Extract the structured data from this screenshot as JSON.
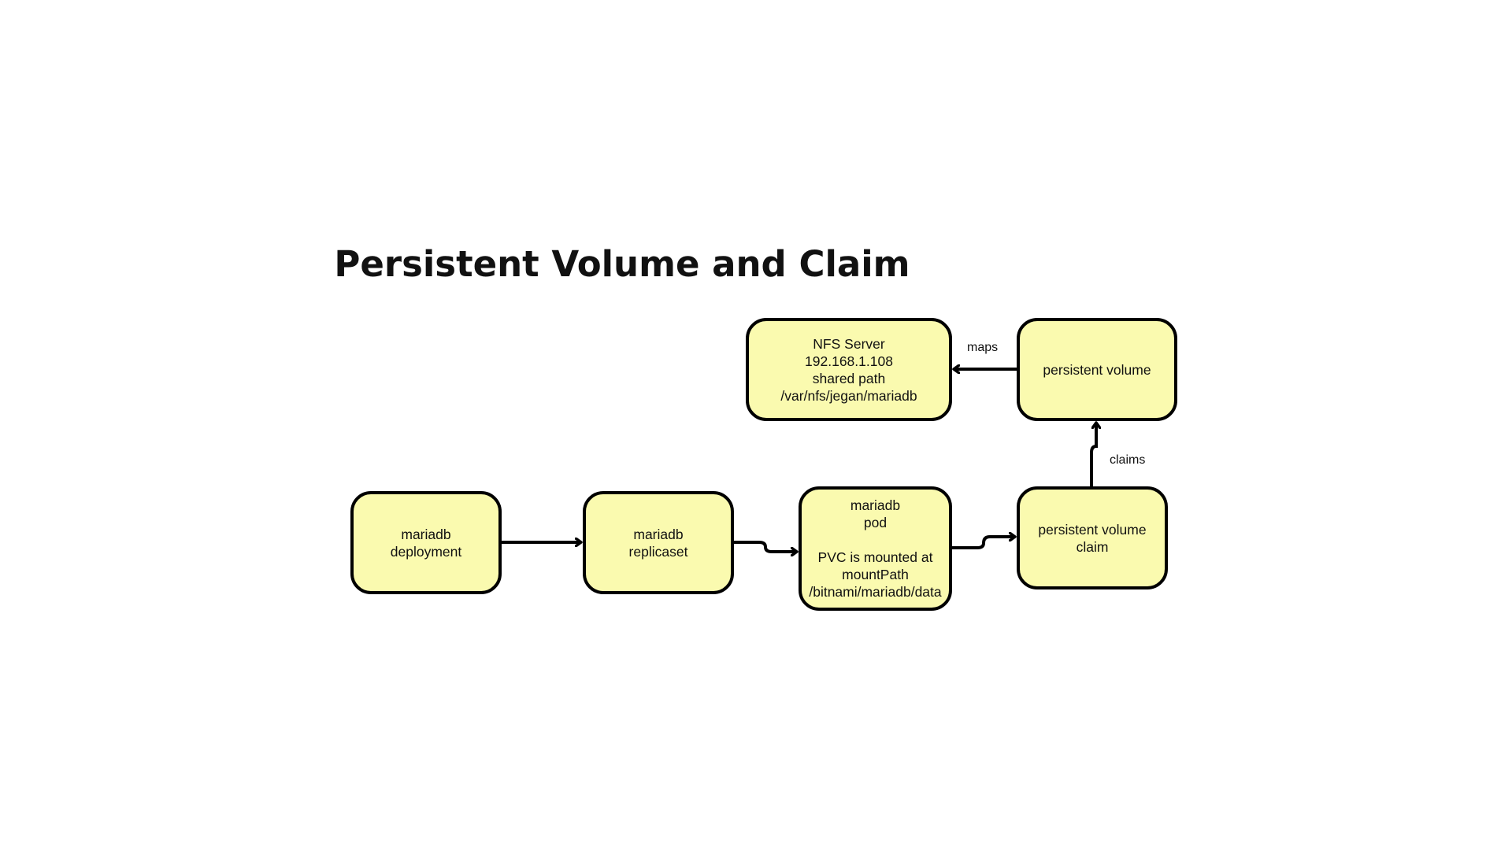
{
  "title": "Persistent Volume and Claim",
  "colors": {
    "node_fill": "#fafaaf",
    "node_border": "#000000",
    "background": "#ffffff"
  },
  "nodes": {
    "nfs_server": "NFS Server\n192.168.1.108\nshared path\n/var/nfs/jegan/mariadb",
    "persistent_volume": "persistent volume",
    "mariadb_deployment": "mariadb\ndeployment",
    "mariadb_replicaset": "mariadb\nreplicaset",
    "mariadb_pod": "mariadb\npod\n\nPVC is mounted at\nmountPath\n/bitnami/mariadb/data",
    "persistent_volume_claim": "persistent volume\nclaim"
  },
  "edges": {
    "maps_label": "maps",
    "claims_label": "claims"
  }
}
